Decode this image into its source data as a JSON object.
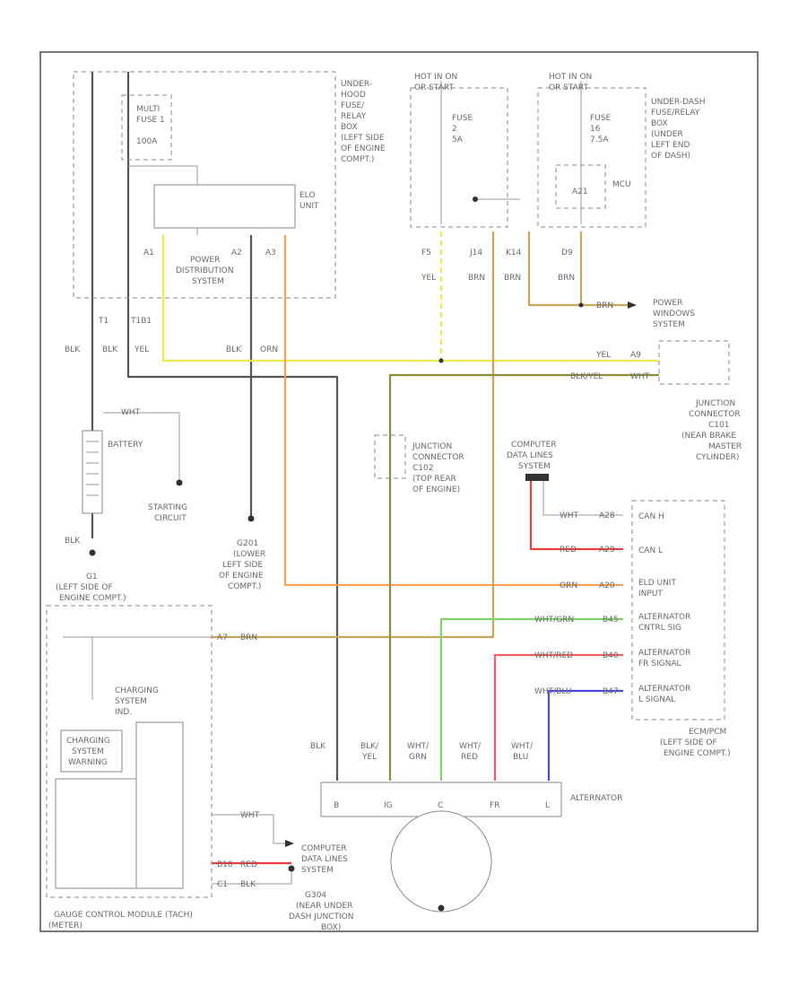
{
  "colors": {
    "blk": "#555555",
    "yel": "#f2ea4c",
    "orn": "#f5a15a",
    "grn": "#7fd36d",
    "red": "#ee3b3b",
    "blu": "#4a4ae0",
    "brn": "#c7a65c",
    "blk_yel": "#8c8c3a",
    "gray": "#9a9a9a"
  },
  "components": {
    "underhood_box": [
      "UNDER-",
      "HOOD",
      "FUSE/",
      "RELAY",
      "BOX",
      "(LEFT SIDE",
      "OF ENGINE",
      "COMPT.)"
    ],
    "multi_fuse": [
      "MULTI",
      "FUSE 1"
    ],
    "fuse_100a": "100A",
    "elo_unit": [
      "ELO",
      "UNIT"
    ],
    "power_dist": [
      "POWER",
      "DISTRIBUTION",
      "SYSTEM"
    ],
    "hot_run_start_1": [
      "HOT IN ON",
      "OR START"
    ],
    "fuse_a": [
      "FUSE",
      "2",
      "5A"
    ],
    "hot_run_start_2": [
      "HOT IN ON",
      "OR START"
    ],
    "fuse_b": [
      "FUSE",
      "16",
      "7.5A"
    ],
    "underdash_box": [
      "UNDER-DASH",
      "FUSE/RELAY",
      "BOX",
      "(UNDER",
      "LEFT END",
      "OF DASH)"
    ],
    "mcu": "MCU",
    "mcu_pin": "A21",
    "power_windows": [
      "POWER",
      "WINDOWS",
      "SYSTEM"
    ],
    "junction_c101": [
      "JUNCTION",
      "CONNECTOR",
      "C101",
      "(NEAR BRAKE",
      "MASTER",
      "CYLINDER)"
    ],
    "junction_c102": [
      "JUNCTION",
      "CONNECTOR",
      "C102",
      "(TOP REAR",
      "OF ENGINE)"
    ],
    "battery": "BATTERY",
    "starting": [
      "STARTING",
      "CIRCUIT"
    ],
    "g201": [
      "G201",
      "(LOWER",
      "LEFT SIDE",
      "OF ENGINE",
      "COMPT.)"
    ],
    "g1": [
      "G1",
      "(LEFT SIDE OF",
      "ENGINE COMPT.)"
    ],
    "computer_lines_top": [
      "COMPUTER",
      "DATA LINES",
      "SYSTEM"
    ],
    "ecm_pins": [
      "CAN H",
      "CAN L",
      "ELD UNIT",
      "INPUT",
      "ALTERNATOR",
      "CNTRL SIG",
      "ALTERNATOR",
      "FR SIGNAL",
      "ALTERNATOR",
      "L SIGNAL"
    ],
    "ecm": [
      "ECM/PCM",
      "(LEFT SIDE OF",
      "ENGINE COMPT.)"
    ],
    "charging_sys": [
      "CHARGING",
      "SYSTEM",
      "IND."
    ],
    "charging_warn": [
      "CHARGING",
      "SYSTEM",
      "WARNING"
    ],
    "gauge_module": [
      "GAUGE CONTROL MODULE (TACH)",
      "(METER)"
    ],
    "computer_lines_bottom": [
      "COMPUTER",
      "DATA LINES",
      "SYSTEM"
    ],
    "g304": [
      "G304",
      "(NEAR UNDER",
      "DASH JUNCTION",
      "BOX)"
    ],
    "alternator": "ALTERNATOR",
    "alt_terms": [
      "B",
      "IG",
      "C",
      "FR",
      "L"
    ],
    "alt_wire_labels": [
      "BLK",
      "BLK/",
      "YEL",
      "WHT/",
      "GRN",
      "WHT/",
      "RED",
      "WHT/",
      "BLU"
    ],
    "pin_labels": [
      "A1",
      "A2",
      "A3",
      "F5",
      "J14",
      "K14",
      "D9",
      "T1",
      "T1B1",
      "A9",
      "A28",
      "A29",
      "A20",
      "B45",
      "B40",
      "B47",
      "A7",
      "B10",
      "C1"
    ]
  },
  "wire_labels": [
    "BLK",
    "BLK",
    "YEL",
    "BLK",
    "ORN",
    "YEL",
    "BRN",
    "BRN",
    "BRN",
    "YEL",
    "BLK/YEL",
    "WHT",
    "WHT",
    "RED",
    "ORN",
    "WHT/GRN",
    "WHT/RED",
    "WHT/BLU",
    "BRN",
    "WHT",
    "RED",
    "BLK",
    "BLK"
  ]
}
